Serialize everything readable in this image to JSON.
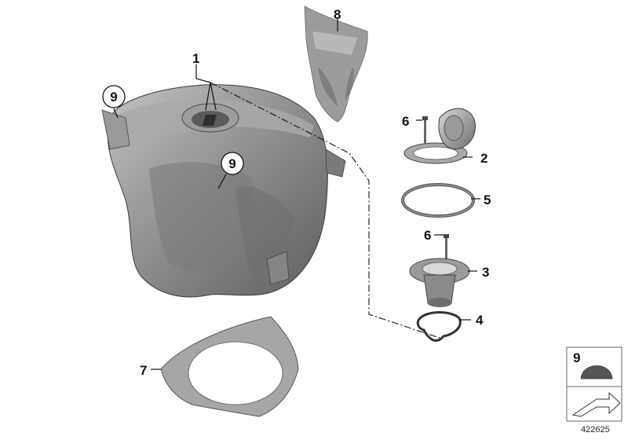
{
  "diagram": {
    "callouts": {
      "c1": "1",
      "c2": "2",
      "c3": "3",
      "c4": "4",
      "c5": "5",
      "c6a": "6",
      "c6b": "6",
      "c7": "7",
      "c8": "8",
      "c9a": "9",
      "c9b": "9"
    },
    "legend_box": {
      "label": "9",
      "icon": "rubber-cap-icon",
      "arrow_icon": "direction-arrow-icon"
    },
    "document_number": "422625"
  },
  "colors": {
    "part_gray": "#8f8f8f",
    "part_light": "#b5b5b5",
    "part_dark": "#6a6a6a",
    "line": "#111111"
  }
}
